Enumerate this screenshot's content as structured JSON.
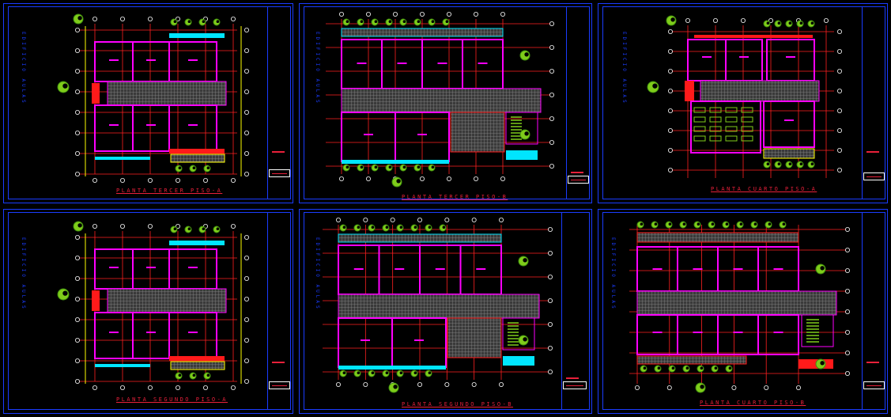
{
  "colors": {
    "background": "#000000",
    "frame": "#1a3cff",
    "wall_magenta": "#ff00ff",
    "grid_red": "#ff2020",
    "hatch_gray": "#8a8a8a",
    "tree_green": "#7fcc1a",
    "accent_cyan": "#00e5ff",
    "accent_yellow": "#ffff00"
  },
  "sheets": [
    {
      "id": "s1",
      "caption": "PLANTA TERCER PISO-A",
      "side_label": "EDIFICIO AULAS",
      "variant": "A"
    },
    {
      "id": "s2",
      "caption": "PLANTA TERCER PISO-B",
      "side_label": "EDIFICIO AULAS",
      "variant": "B"
    },
    {
      "id": "s3",
      "caption": "PLANTA CUARTO PISO-A",
      "side_label": "EDIFICIO AULAS",
      "variant": "C"
    },
    {
      "id": "s4",
      "caption": "PLANTA SEGUNDO PISO-A",
      "side_label": "EDIFICIO AULAS",
      "variant": "A"
    },
    {
      "id": "s5",
      "caption": "PLANTA SEGUNDO PISO-B",
      "side_label": "EDIFICIO AULAS",
      "variant": "B"
    },
    {
      "id": "s6",
      "caption": "PLANTA CUARTO PISO-B",
      "side_label": "EDIFICIO AULAS",
      "variant": "D"
    }
  ]
}
